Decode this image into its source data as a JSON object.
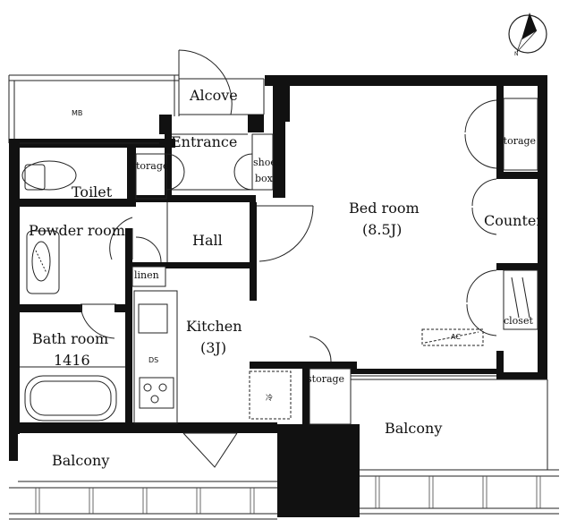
{
  "rooms": {
    "alcove": "Alcove",
    "entrance": "Entrance",
    "mb": "MB",
    "toilet": "Toilet",
    "storage_entrance": "torage",
    "shoes_box_line1": "shoes",
    "shoes_box_line2": "box",
    "powder_room": "Powder room",
    "hall": "Hall",
    "linen": "linen",
    "bath_room": "Bath room",
    "bath_size": "1416",
    "kitchen": "Kitchen",
    "kitchen_size": "(3J)",
    "ds": "DS",
    "fridge": "冷",
    "storage_kitchen": "storage",
    "bed_room": "Bed room",
    "bed_size": "(8.5J)",
    "storage_bedroom": "storage",
    "counter": "Counter",
    "closet": "closet",
    "ac": "AC",
    "balcony_right": "Balcony",
    "balcony_left": "Balcony"
  },
  "compass": {
    "north_label": "N"
  },
  "colors": {
    "wall": "#111111",
    "line": "#222222",
    "fill_dark": "#111111"
  }
}
